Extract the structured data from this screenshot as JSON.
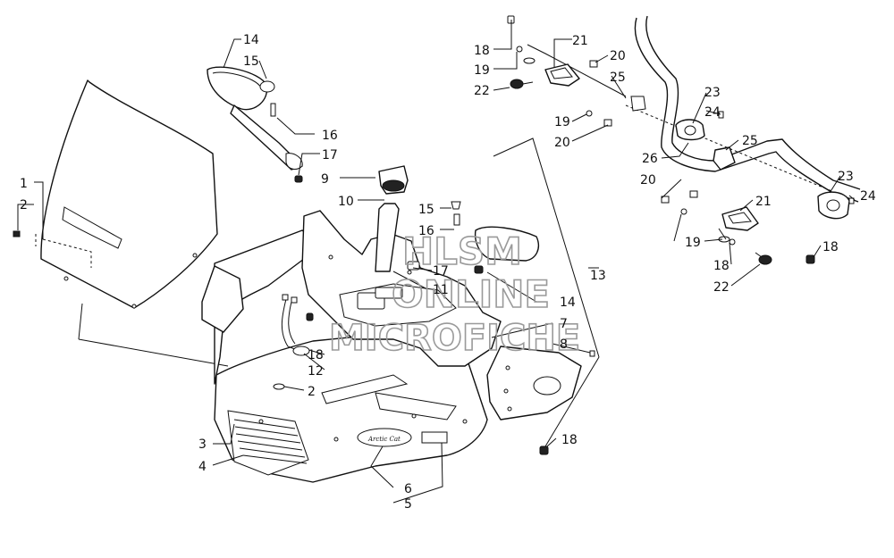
{
  "watermark": {
    "line1": "HLSM",
    "line2": "ONLINE",
    "line3": "MICROFICHE"
  },
  "callouts": {
    "c1": "1",
    "c2a": "2",
    "c2b": "2",
    "c3": "3",
    "c4": "4",
    "c5": "5",
    "c6": "6",
    "c7": "7",
    "c8": "8",
    "c9": "9",
    "c10": "10",
    "c11": "11",
    "c12": "12",
    "c13": "13",
    "c14a": "14",
    "c14b": "14",
    "c15a": "15",
    "c15b": "15",
    "c16a": "16",
    "c16b": "16",
    "c17a": "17",
    "c17b": "17",
    "c18a": "18",
    "c18b": "18",
    "c18c": "18",
    "c18d": "18",
    "c18e": "18",
    "c19a": "19",
    "c19b": "19",
    "c19c": "19",
    "c20a": "20",
    "c20b": "20",
    "c20c": "20",
    "c21a": "21",
    "c21b": "21",
    "c22a": "22",
    "c22b": "22",
    "c23a": "23",
    "c23b": "23",
    "c24a": "24",
    "c24b": "24",
    "c25a": "25",
    "c25b": "25",
    "c26": "26"
  }
}
